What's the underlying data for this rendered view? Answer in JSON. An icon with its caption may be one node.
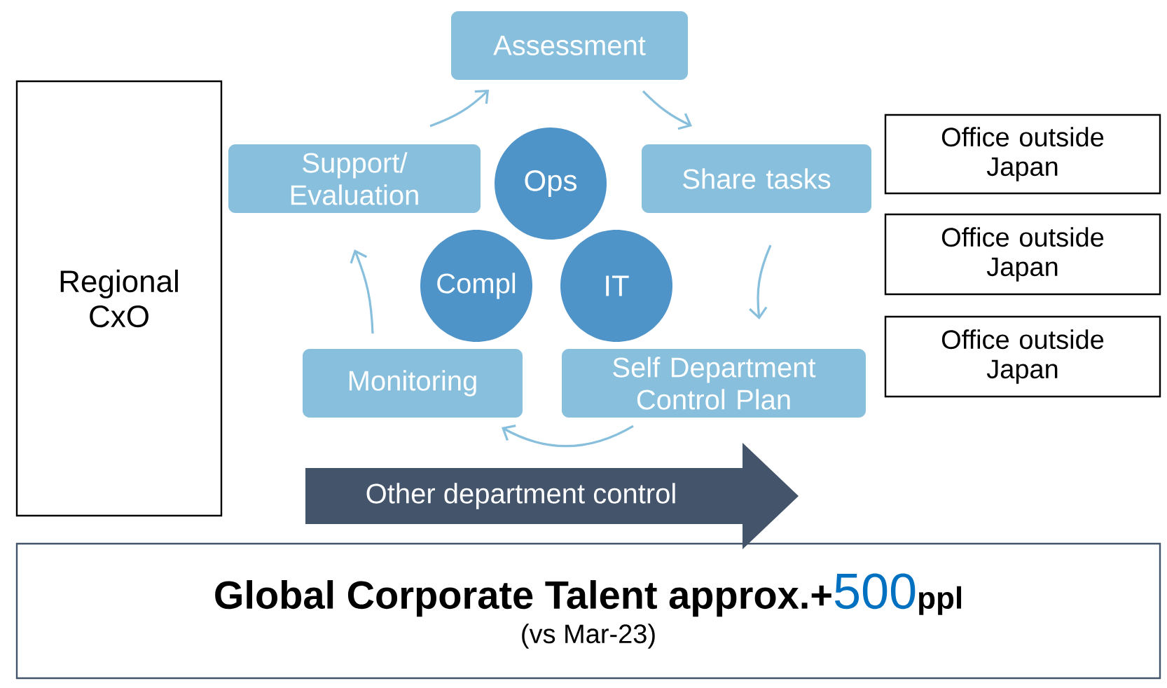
{
  "diagram": {
    "nodes": [
      {
        "text": [
          "Regional CxO"
        ]
      },
      {
        "text": [
          "Assessment"
        ]
      },
      {
        "text": [
          "Share tasks"
        ]
      },
      {
        "text": [
          "Self Department Control Plan"
        ]
      },
      {
        "text": [
          "Monitoring"
        ]
      },
      {
        "text": [
          "Support/ Evaluation"
        ]
      },
      {
        "text": [
          "Ops"
        ]
      },
      {
        "text": [
          "Compl"
        ]
      },
      {
        "text": [
          "IT"
        ]
      },
      {
        "text": [
          "Office outside Japan"
        ]
      },
      {
        "text": [
          "Office outside Japan"
        ]
      },
      {
        "text": [
          "Office outside Japan"
        ]
      },
      {
        "text": [
          "Other department control"
        ]
      },
      {
        "text": [
          "Global Corporate Talent approx.+",
          "500",
          "ppl",
          "(vs Mar-23)"
        ]
      }
    ],
    "edges": [
      {
        "from": 1,
        "to": 2,
        "arrow": "to"
      },
      {
        "from": 2,
        "to": 3,
        "arrow": "to"
      },
      {
        "from": 3,
        "to": 4,
        "arrow": "to"
      },
      {
        "from": 4,
        "to": 5,
        "arrow": "to"
      },
      {
        "from": 5,
        "to": 1,
        "arrow": "to"
      }
    ]
  }
}
